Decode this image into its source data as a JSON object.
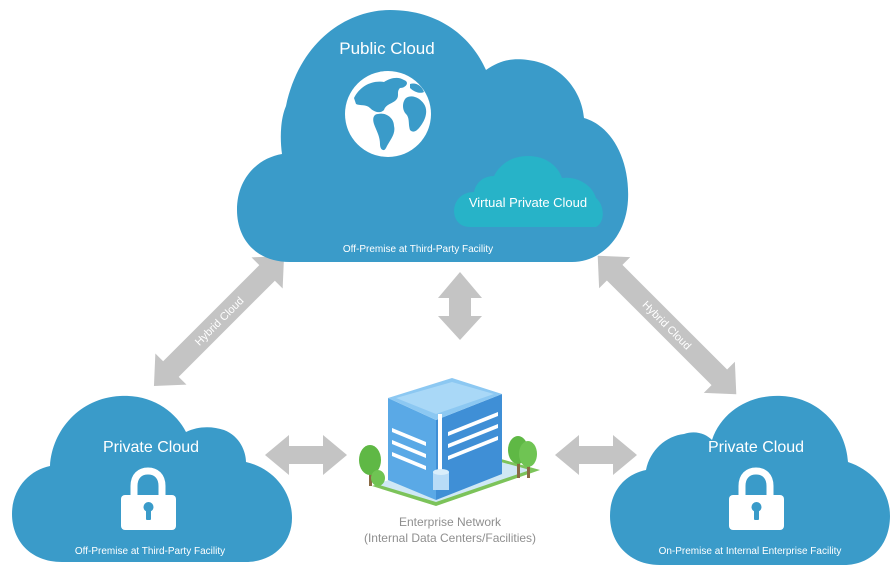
{
  "colors": {
    "cloud": "#3a9bc9",
    "virtual_private_cloud": "#27b3c8",
    "arrow": "#c4c4c4",
    "enterprise_text": "#8f8f8f",
    "icon": "#ffffff"
  },
  "public_cloud": {
    "title": "Public Cloud",
    "icon": "globe-icon",
    "subtitle": "Off-Premise at Third-Party Facility",
    "virtual_private_cloud": {
      "label": "Virtual Private Cloud"
    }
  },
  "private_cloud_left": {
    "title": "Private Cloud",
    "icon": "lock-icon",
    "subtitle": "Off-Premise at Third-Party Facility"
  },
  "private_cloud_right": {
    "title": "Private Cloud",
    "icon": "lock-icon",
    "subtitle": "On-Premise at Internal Enterprise Facility"
  },
  "enterprise_network": {
    "icon": "office-building-icon",
    "line1": "Enterprise Network",
    "line2": "(Internal Data Centers/Facilities)"
  },
  "connections": {
    "left_hybrid_label": "Hybrid Cloud",
    "right_hybrid_label": "Hybrid Cloud"
  }
}
